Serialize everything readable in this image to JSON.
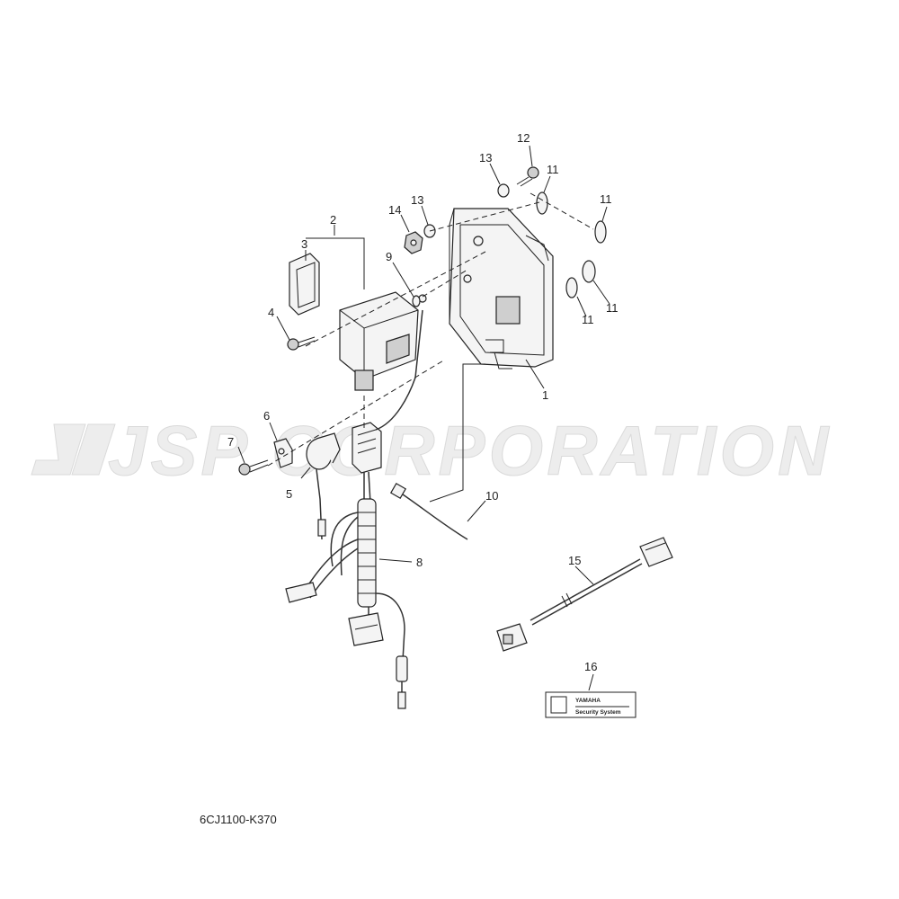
{
  "watermark": {
    "text": "JSP CORPORATION"
  },
  "diagram_code": "6CJ1100-K370",
  "callouts": [
    "1",
    "2",
    "3",
    "4",
    "5",
    "6",
    "7",
    "8",
    "9",
    "10",
    "11",
    "11",
    "11",
    "11",
    "12",
    "13",
    "13",
    "14",
    "15",
    "16"
  ],
  "label": {
    "brand": "YAMAHA",
    "caption": "Security System"
  }
}
